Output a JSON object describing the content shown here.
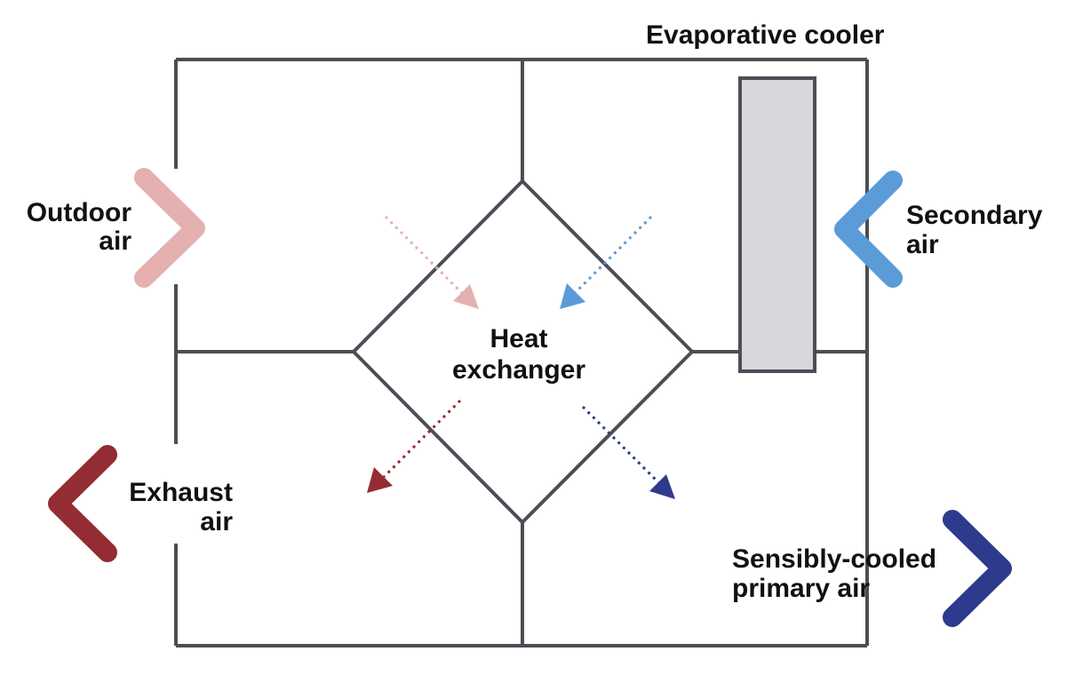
{
  "labels": {
    "evaporative_cooler": "Evaporative cooler",
    "outdoor_air": [
      "Outdoor",
      "air"
    ],
    "secondary_air": [
      "Secondary",
      "air"
    ],
    "exhaust_air": [
      "Exhaust",
      "air"
    ],
    "sensibly_cooled_primary_air": [
      "Sensibly-cooled",
      "primary air"
    ],
    "heat_exchanger": [
      "Heat",
      "exchanger"
    ]
  },
  "colors": {
    "frame": "#4d4d55",
    "cooler_fill": "#d7d7dc",
    "outdoor_air": "#e4b0b0",
    "secondary_air": "#5b9bd8",
    "exhaust_air": "#932c33",
    "primary_air": "#2e3a8c",
    "text": "#111111"
  },
  "icons": {
    "outdoor_air": "chevron-right-icon",
    "secondary_air": "chevron-left-icon",
    "exhaust_air": "chevron-left-icon",
    "primary_air": "chevron-right-icon"
  }
}
